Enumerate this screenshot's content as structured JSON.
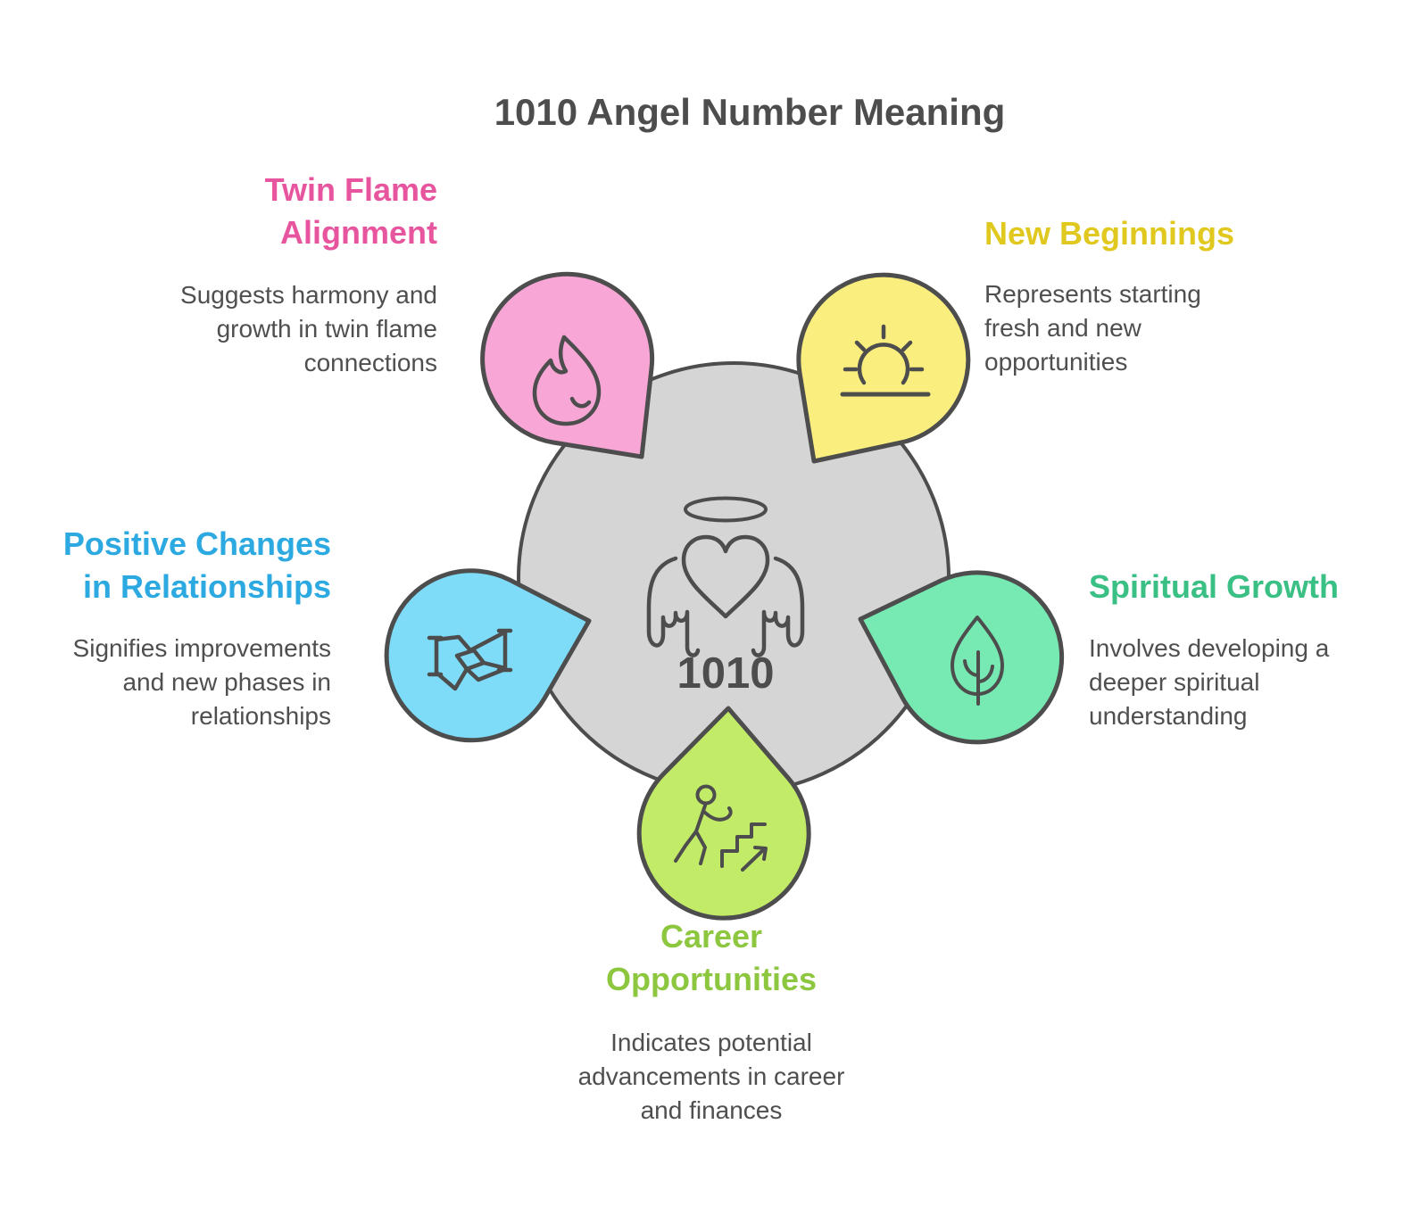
{
  "title": "1010 Angel Number Meaning",
  "colors": {
    "background": "#FFFFFF",
    "outline": "#4D4D4D",
    "center_circle_fill": "#D5D5D5",
    "body_text": "#4F4F4F",
    "title_text": "#4D4D4D"
  },
  "center": {
    "number": "1010",
    "icon": "angel-halo-heart-wings"
  },
  "sections": {
    "twin_flame": {
      "heading": "Twin Flame\nAlignment",
      "body": "Suggests harmony and\ngrowth in twin flame\nconnections",
      "heading_color": "#E8559F",
      "petal_fill": "#F8A6D6",
      "icon": "flame-icon"
    },
    "new_beginnings": {
      "heading": "New Beginnings",
      "body": "Represents starting\nfresh and new\nopportunities",
      "heading_color": "#E0C81E",
      "petal_fill": "#FAEE7E",
      "icon": "sunrise-icon"
    },
    "positive_changes": {
      "heading": "Positive Changes\nin Relationships",
      "body": "Signifies improvements\nand new phases in\nrelationships",
      "heading_color": "#2BA9E0",
      "petal_fill": "#7EDCF8",
      "icon": "handshake-icon"
    },
    "spiritual_growth": {
      "heading": "Spiritual Growth",
      "body": "Involves developing a\ndeeper spiritual\nunderstanding",
      "heading_color": "#3ABF85",
      "petal_fill": "#77E9B2",
      "icon": "leaf-icon"
    },
    "career": {
      "heading": "Career\nOpportunities",
      "body": "Indicates potential\nadvancements in career\nand finances",
      "heading_color": "#8DC63F",
      "petal_fill": "#C2EB68",
      "icon": "person-climbing-stairs-icon"
    }
  }
}
